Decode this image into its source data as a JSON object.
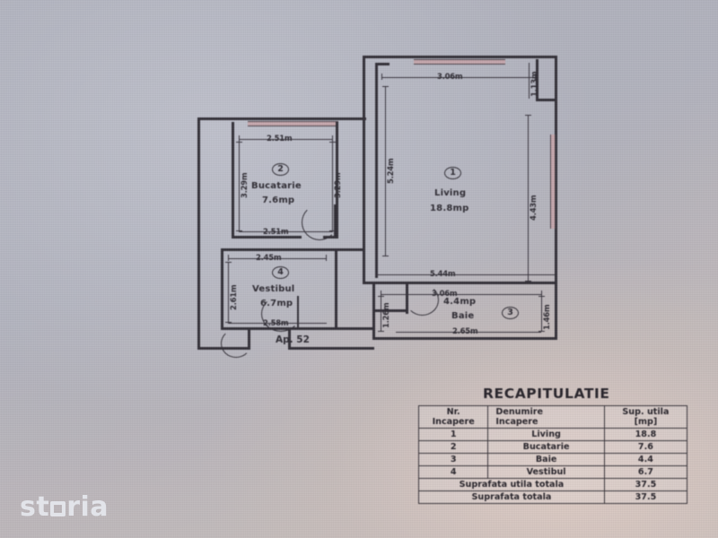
{
  "document": {
    "type": "apartment-floor-plan",
    "apartment_label": "Ap. 52"
  },
  "watermark": {
    "brand_part1": "st",
    "brand_part2": "ria"
  },
  "rooms": [
    {
      "number": "1",
      "name": "Living",
      "area": "18.8mp",
      "dims": {
        "top": "3.06m",
        "right": "4.43m",
        "bottom": "5.44m",
        "left": "5.24m",
        "notch": "1.13m"
      }
    },
    {
      "number": "2",
      "name": "Bucatarie",
      "area": "7.6mp",
      "dims": {
        "top": "2.51m",
        "right": "3.29m",
        "bottom": "2.51m",
        "left": "3.29m"
      }
    },
    {
      "number": "3",
      "name": "Baie",
      "area": "4.4mp",
      "dims": {
        "top": "3.06m",
        "right": "1.46m",
        "bottom": "2.65m",
        "left": "1.26m"
      }
    },
    {
      "number": "4",
      "name": "Vestibul",
      "area": "6.7mp",
      "dims": {
        "top": "2.45m",
        "left": "2.61m",
        "bottom": "2.58m"
      }
    }
  ],
  "recapitulatie": {
    "title": "RECAPITULATIE",
    "headers": {
      "nr_line1": "Nr.",
      "nr_line2": "Incapere",
      "name_line1": "Denumire",
      "name_line2": "Incapere",
      "area_line1": "Sup. utila",
      "area_line2": "[mp]"
    },
    "rows": [
      {
        "nr": "1",
        "name": "Living",
        "area": "18.8"
      },
      {
        "nr": "2",
        "name": "Bucatarie",
        "area": "7.6"
      },
      {
        "nr": "3",
        "name": "Baie",
        "area": "4.4"
      },
      {
        "nr": "4",
        "name": "Vestibul",
        "area": "6.7"
      }
    ],
    "totals": [
      {
        "label": "Suprafata utila totala",
        "value": "37.5"
      },
      {
        "label": "Suprafata totala",
        "value": "37.5"
      }
    ]
  },
  "colors": {
    "ink": "#2e2b33",
    "window": "#c9aab0",
    "paper_light": "#cfc4be",
    "paper_cool": "#aeb0bd",
    "watermark": "#e6e8ee"
  }
}
